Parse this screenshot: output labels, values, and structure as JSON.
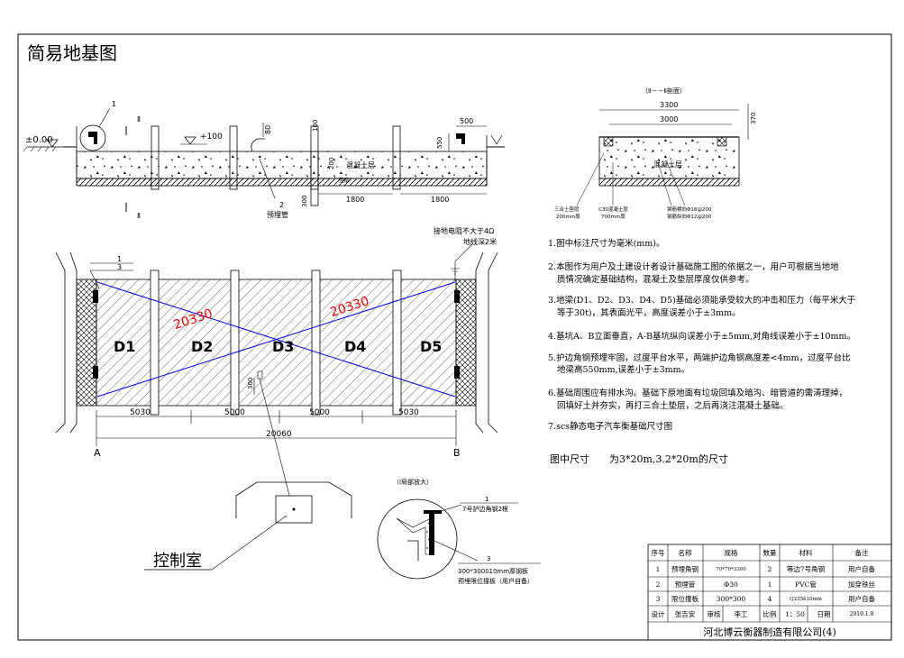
{
  "title": "简易地基图",
  "section": {
    "label": "（Ⅱ－－Ⅱ剖面）",
    "w_outer": "3300",
    "w_inner": "3000",
    "h_right": "370",
    "fill_label": "混凝土层",
    "note_a": "三合土垫层",
    "note_a2": "200mm厚",
    "note_b": "C30混凝土层",
    "note_b2": "700mm厚",
    "note_c": "钢筋横向Φ18@200",
    "note_c2": "钢筋纵向Φ12@200"
  },
  "elevation": {
    "zero": "±0.00",
    "plus100": "+100",
    "dim80": "80",
    "dim100": "100",
    "dim200": "200",
    "dim300": "300",
    "dim500": "500",
    "dim550": "550",
    "dim1800a": "1800",
    "dim1800b": "1800",
    "fill_label": "混凝土层",
    "cushion_label": "垫层",
    "callout1": "1",
    "callout2": "2",
    "pipe_label": "预埋管",
    "sec_mark": "Ⅱ"
  },
  "plan": {
    "pits": [
      "D1",
      "D2",
      "D3",
      "D4",
      "D5"
    ],
    "diag_a": "20330",
    "diag_b": "20330",
    "spans": [
      "5030",
      "5000",
      "5000",
      "5030"
    ],
    "total": "20060",
    "point_a": "A",
    "point_b": "B",
    "ground_note1": "接地电阻不大于4Ω",
    "ground_note2": "地线深2米",
    "callout1": "1",
    "callout3": "3",
    "dim300": "300"
  },
  "control_room": "控制室",
  "detail": {
    "label": "（Ⅰ局部放大）",
    "c1": "1",
    "c1_text": "7号护边角钢2根",
    "c3": "3",
    "c3_text1": "300*300δ10mm厚钢板",
    "c3_text2": "预埋限位撞板（用户自备）"
  },
  "notes": [
    "1.图中标注尺寸为毫米(mm)。",
    "2.本图作为用户及土建设计者设计基础施工图的依据之一，用户可根据当地地",
    "质情况确定基础结构，混凝土及垫层厚度仅供参考。",
    "3.地梁(D1、D2、D3、D4、D5)基础必须能承受较大的冲击和压力（每平米大于",
    "等于30t)，其表面光平，高度误差小于±3mm。",
    "4.基坑A、B立面垂直，A-B基坑纵向误差小于±5mm,对角线误差小于±10mm。",
    "5.护边角钢预埋牢固，过度平台水平，两端护边角钢高度差<4mm，过度平台比",
    "地梁高550mm,误差小于±3mm。",
    "6.基础周围应有排水沟。基础下原地面有垃圾回填及暗沟、暗管道的需清理掉，",
    "回填好土并夯实，再打三合土垫层，之后再浇注混凝土基础。",
    "7.scs静态电子汽车衡基础尺寸图"
  ],
  "size_line": {
    "label": "图中尺寸",
    "value": "为3*20m,3.2*20m的尺寸"
  },
  "bom": {
    "headers": [
      "序号",
      "名称",
      "规格",
      "数量",
      "材料",
      "备注"
    ],
    "rows": [
      [
        "1",
        "预埋角钢",
        "70*70*3300",
        "2",
        "等边7号角钢",
        "用户自备"
      ],
      [
        "2",
        "预埋管",
        "Φ30",
        "1",
        "PVC管",
        "加穿铁丝"
      ],
      [
        "3",
        "限位撞板",
        "300*300",
        "4",
        "Q235δ10mm",
        "用户自备"
      ]
    ],
    "footer": {
      "design_label": "设计",
      "designer": "张吉安",
      "review_label": "审核",
      "reviewer": "李工",
      "scale_label": "比例",
      "scale": "1：50",
      "date_label": "日期",
      "date": "2019.1.8"
    },
    "company": "河北博云衡器制造有限公司(4)"
  },
  "colors": {
    "line": "#000000",
    "diag": "#0000ff",
    "red": "#ff0000",
    "hatch": "#000000"
  }
}
